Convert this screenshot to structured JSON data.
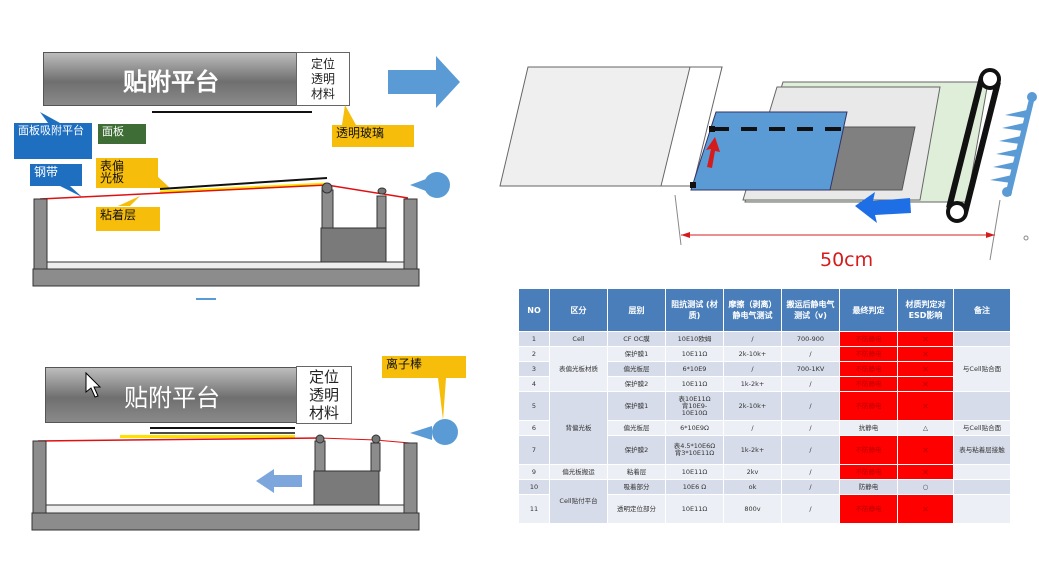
{
  "top_left": {
    "platform_label": "贴附平台",
    "locator_label": "定位\n透明\n材料",
    "callouts": {
      "panel_suction": "面板吸附平台",
      "panel": "面板",
      "transparent_glass": "透明玻璃",
      "steel_belt": "钢带",
      "front_polarizer": "表偏\n光板",
      "adhesive_layer": "粘着层"
    }
  },
  "bottom_left": {
    "platform_label": "贴附平台",
    "locator_label": "定位\n透明\n材料",
    "ion_bar": "离子棒"
  },
  "right_diagram": {
    "dimension_label": "50cm"
  },
  "table": {
    "headers": [
      "NO",
      "区分",
      "层别",
      "阻抗测试\n(材质)",
      "摩擦（剥离）静电气测试",
      "搬运后静电气测试（v)",
      "最终判定",
      "材质判定对ESD影响",
      "备注"
    ],
    "rows": [
      {
        "no": "1",
        "category": "Cell",
        "layer": "CF OC膜",
        "impedance": "10E10欧姆",
        "friction": "/",
        "transport": "700-900",
        "verdict": "不防静电",
        "esd": "✕",
        "note": ""
      },
      {
        "no": "2",
        "category": "表偏光板材质",
        "layer": "保护膜1",
        "impedance": "10E11Ω",
        "friction": "2k-10k+",
        "transport": "/",
        "verdict": "不防静电",
        "esd": "✕",
        "note": "与Cell贴合面"
      },
      {
        "no": "3",
        "category": "",
        "layer": "偏光板层",
        "impedance": "6*10E9",
        "friction": "/",
        "transport": "700-1KV",
        "verdict": "不防静电",
        "esd": "✕",
        "note": ""
      },
      {
        "no": "4",
        "category": "",
        "layer": "保护膜2",
        "impedance": "10E11Ω",
        "friction": "1k-2k+",
        "transport": "/",
        "verdict": "不防静电",
        "esd": "✕",
        "note": ""
      },
      {
        "no": "5",
        "category": "背偏光板",
        "layer": "保护膜1",
        "impedance": "表10E11Ω\n背10E9-\n10E10Ω",
        "friction": "2k-10k+",
        "transport": "/",
        "verdict": "不防静电",
        "esd": "✕",
        "note": ""
      },
      {
        "no": "6",
        "category": "",
        "layer": "偏光板层",
        "impedance": "6*10E9Ω",
        "friction": "/",
        "transport": "/",
        "verdict": "抗静电",
        "esd": "△",
        "note": "与Cell贴合面"
      },
      {
        "no": "7",
        "category": "",
        "layer": "保护膜2",
        "impedance": "表4.5*10E6Ω\n背3*10E11Ω",
        "friction": "1k-2k+",
        "transport": "/",
        "verdict": "不防静电",
        "esd": "✕",
        "note": "表与粘着层接触"
      },
      {
        "no": "9",
        "category": "偏光板搬运",
        "layer": "粘着层",
        "impedance": "10E11Ω",
        "friction": "2kv",
        "transport": "/",
        "verdict": "不防静电",
        "esd": "✕",
        "note": ""
      },
      {
        "no": "10",
        "category": "Cell贴付平台",
        "layer": "吸着部分",
        "impedance": "10E6 Ω",
        "friction": "ok",
        "transport": "/",
        "verdict": "防静电",
        "esd": "○",
        "note": ""
      },
      {
        "no": "11",
        "category": "",
        "layer": "透明定位部分",
        "impedance": "10E11Ω",
        "friction": "800v",
        "transport": "/",
        "verdict": "不防静电",
        "esd": "✕",
        "note": ""
      }
    ]
  },
  "colors": {
    "accent_blue": "#5b9bd5",
    "table_header": "#4a7ebb",
    "fail_red": "#ff0000",
    "callout_yellow": "#f7bd0b"
  }
}
